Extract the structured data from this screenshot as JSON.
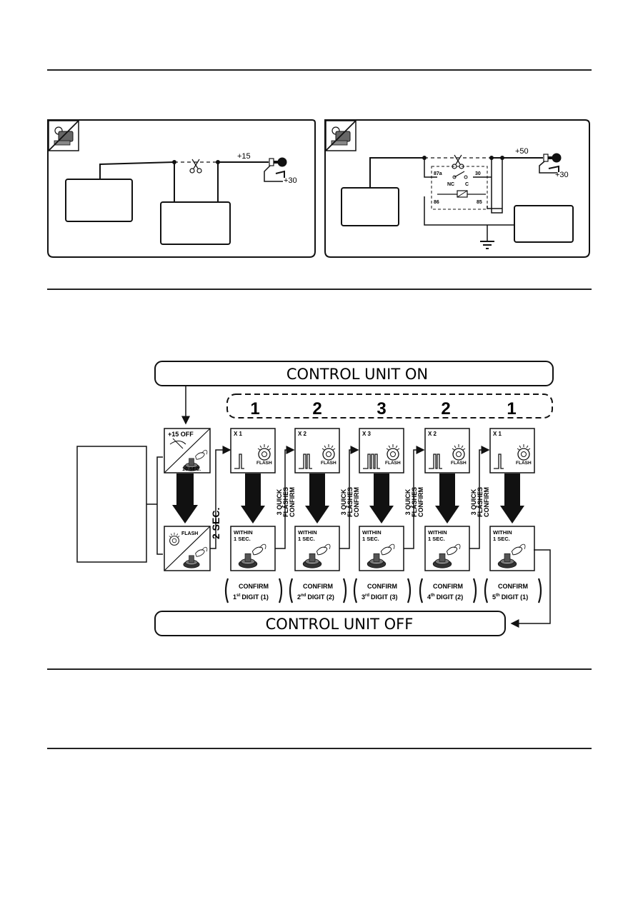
{
  "wiring": {
    "left": {
      "label_plus15": "+15",
      "label_plus30": "+30"
    },
    "right": {
      "label_plus50": "+50",
      "label_plus30": "+30",
      "relay": {
        "p87a": "87a",
        "p30": "30",
        "nc": "NC",
        "c": "C",
        "p86": "86",
        "p85": "85"
      }
    }
  },
  "flow": {
    "on_label": "CONTROL UNIT ON",
    "off_label": "CONTROL UNIT OFF",
    "digits": [
      "1",
      "2",
      "3",
      "2",
      "1"
    ],
    "start": {
      "title": "+15 OFF",
      "time": "10 SEC.",
      "flash": "FLASH"
    },
    "two_sec": "2 SEC.",
    "steps": [
      {
        "count": "X 1",
        "flash": "FLASH",
        "within": "WITHIN",
        "sec": "1 SEC.",
        "confirm": "CONFIRM",
        "ordinal": "1",
        "sup": "st",
        "digit_text": "DIGIT (1)"
      },
      {
        "count": "X 2",
        "flash": "FLASH",
        "within": "WITHIN",
        "sec": "1 SEC.",
        "confirm": "CONFIRM",
        "ordinal": "2",
        "sup": "nd",
        "digit_text": "DIGIT (2)"
      },
      {
        "count": "X 3",
        "flash": "FLASH",
        "within": "WITHIN",
        "sec": "1 SEC.",
        "confirm": "CONFIRM",
        "ordinal": "3",
        "sup": "rd",
        "digit_text": "DIGIT (3)"
      },
      {
        "count": "X 2",
        "flash": "FLASH",
        "within": "WITHIN",
        "sec": "1 SEC.",
        "confirm": "CONFIRM",
        "ordinal": "4",
        "sup": "th",
        "digit_text": "DIGIT (2)"
      },
      {
        "count": "X 1",
        "flash": "FLASH",
        "within": "WITHIN",
        "sec": "1 SEC.",
        "confirm": "CONFIRM",
        "ordinal": "5",
        "sup": "th",
        "digit_text": "DIGIT (1)"
      }
    ],
    "quick_flashes": [
      "3 QUICK",
      "FLASHES",
      "CONFIRM"
    ]
  }
}
